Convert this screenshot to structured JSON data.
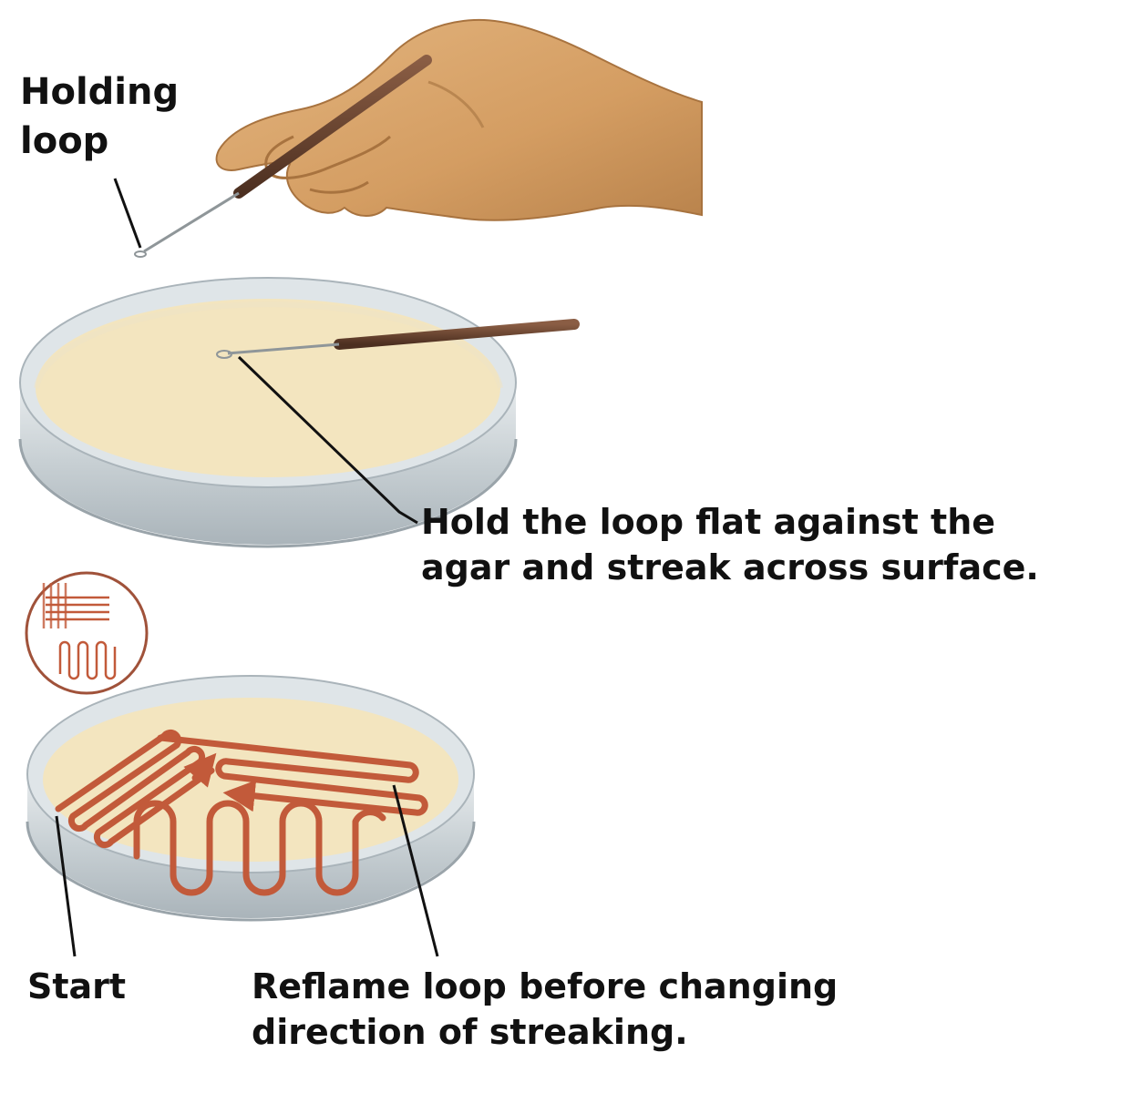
{
  "labels": {
    "holding_loop": [
      "Holding",
      "loop"
    ],
    "hold_flat": [
      "Hold the loop flat against the",
      "agar and streak across surface."
    ],
    "start": "Start",
    "reflame": [
      "Reflame loop before changing",
      "direction of streaking."
    ]
  },
  "colors": {
    "background": "#ffffff",
    "agar": "#f3e5bf",
    "dish_glass": "#c9d0d4",
    "dish_shadow": "#d6d8da",
    "streak": "#c25a3a",
    "loop_handle": "#6b4632",
    "skin": "#d9a66b",
    "label_text": "#111111"
  },
  "icons": [
    "hand-icon",
    "inoculating-loop-icon",
    "petri-dish-icon",
    "streak-pattern-icon"
  ]
}
